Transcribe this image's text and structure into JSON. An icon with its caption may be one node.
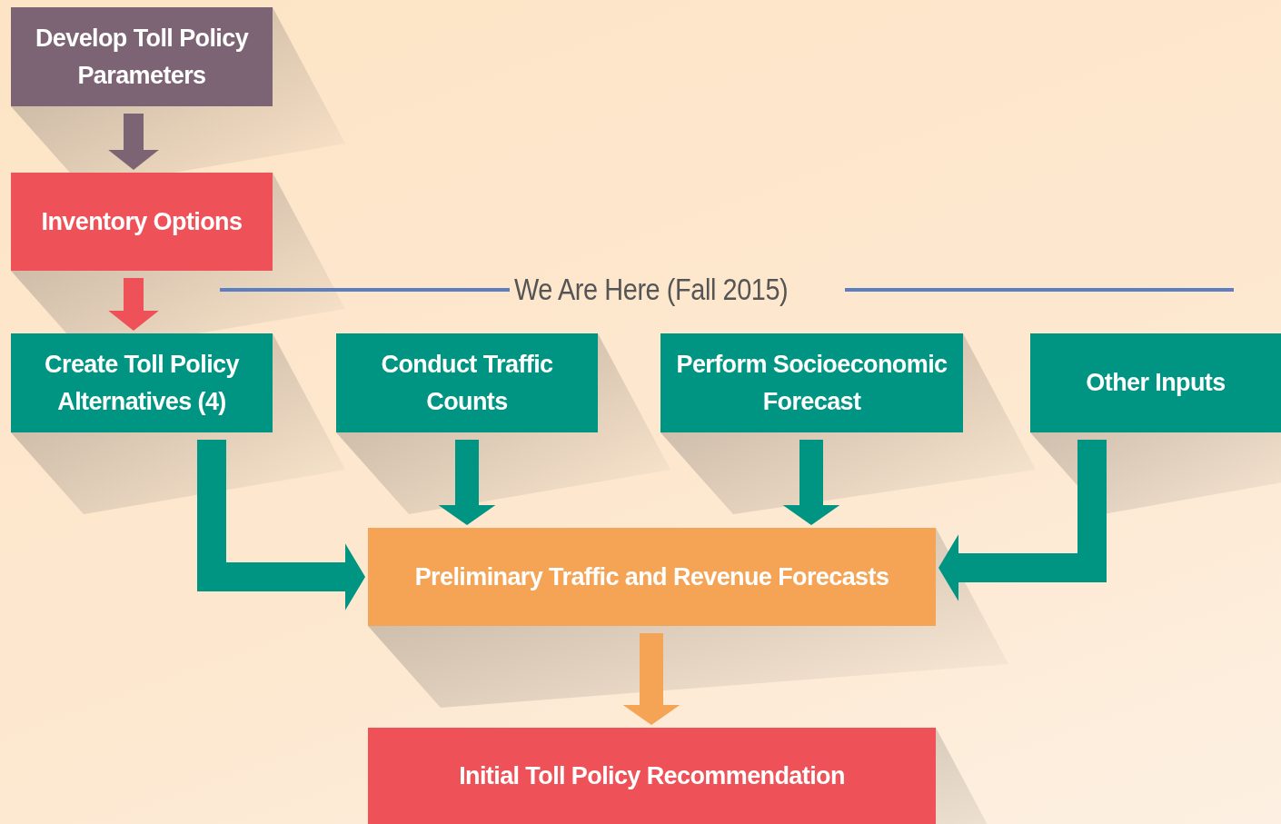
{
  "diagram": {
    "nodes": [
      {
        "text": [
          "Develop Toll Policy Parameters"
        ]
      },
      {
        "text": [
          "Inventory Options"
        ]
      },
      {
        "text": [
          "Create Toll Policy Alternatives (4)"
        ]
      },
      {
        "text": [
          "Conduct Traffic Counts"
        ]
      },
      {
        "text": [
          "Perform Socioeconomic Forecast"
        ]
      },
      {
        "text": [
          "Other Inputs"
        ]
      },
      {
        "text": [
          "Preliminary Traffic and Revenue Forecasts"
        ]
      },
      {
        "text": [
          "Initial Toll Policy Recommendation"
        ]
      }
    ],
    "edges": [
      {
        "from": 0,
        "to": 1,
        "arrow": "to",
        "color": "#7d6474"
      },
      {
        "from": 1,
        "to": 2,
        "arrow": "to",
        "color": "#ef5159"
      },
      {
        "from": 2,
        "to": 6,
        "arrow": "to"
      },
      {
        "from": 3,
        "to": 6,
        "arrow": "to"
      },
      {
        "from": 4,
        "to": 6,
        "arrow": "to"
      },
      {
        "from": 5,
        "to": 6,
        "arrow": "to"
      },
      {
        "from": 6,
        "to": 7,
        "arrow": "to",
        "color": "#f5a456"
      }
    ],
    "labels": [
      "We Are Here (Fall 2015)"
    ]
  }
}
